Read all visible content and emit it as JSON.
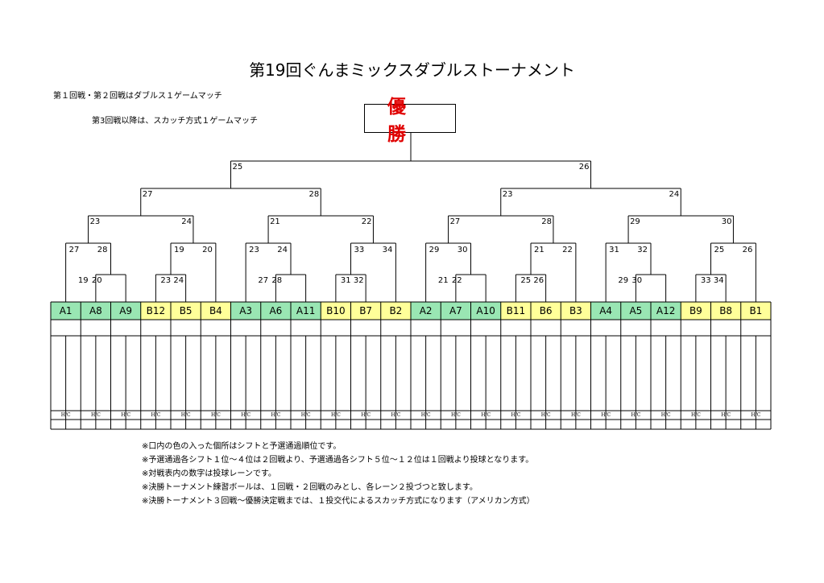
{
  "title": "第19回ぐんまミックスダブルストーナメント",
  "notes_top": {
    "line1": "第１回戦・第２回戦はダブルス１ゲームマッチ",
    "line2": "第3回戦以降は、スカッチ方式１ゲームマッチ"
  },
  "champion_label": "優 勝",
  "hc_label": "H/C",
  "teams": [
    {
      "id": "A1",
      "color": "green"
    },
    {
      "id": "A8",
      "color": "green"
    },
    {
      "id": "A9",
      "color": "green"
    },
    {
      "id": "B12",
      "color": "yellow"
    },
    {
      "id": "B5",
      "color": "yellow"
    },
    {
      "id": "B4",
      "color": "yellow"
    },
    {
      "id": "A3",
      "color": "green"
    },
    {
      "id": "A6",
      "color": "green"
    },
    {
      "id": "A11",
      "color": "green"
    },
    {
      "id": "B10",
      "color": "yellow"
    },
    {
      "id": "B7",
      "color": "yellow"
    },
    {
      "id": "B2",
      "color": "yellow"
    },
    {
      "id": "A2",
      "color": "green"
    },
    {
      "id": "A7",
      "color": "green"
    },
    {
      "id": "A10",
      "color": "green"
    },
    {
      "id": "B11",
      "color": "yellow"
    },
    {
      "id": "B6",
      "color": "yellow"
    },
    {
      "id": "B3",
      "color": "yellow"
    },
    {
      "id": "A4",
      "color": "green"
    },
    {
      "id": "A5",
      "color": "green"
    },
    {
      "id": "A12",
      "color": "green"
    },
    {
      "id": "B9",
      "color": "yellow"
    },
    {
      "id": "B8",
      "color": "yellow"
    },
    {
      "id": "B1",
      "color": "yellow"
    }
  ],
  "colors": {
    "green": "#99e6b3",
    "yellow": "#ffff99"
  },
  "lanes": {
    "round1": [
      [
        "19",
        "20"
      ],
      [
        "23",
        "24"
      ],
      [
        "27",
        "28"
      ],
      [
        "31",
        "32"
      ],
      [
        "21",
        "22"
      ],
      [
        "25",
        "26"
      ],
      [
        "29",
        "30"
      ],
      [
        "33",
        "34"
      ]
    ],
    "round2": [
      [
        "27",
        "28"
      ],
      [
        "19",
        "20"
      ],
      [
        "23",
        "24"
      ],
      [
        "33",
        "34"
      ],
      [
        "29",
        "30"
      ],
      [
        "21",
        "22"
      ],
      [
        "31",
        "32"
      ],
      [
        "25",
        "26"
      ]
    ],
    "round3": [
      [
        "23",
        "24"
      ],
      [
        "21",
        "22"
      ],
      [
        "27",
        "28"
      ],
      [
        "29",
        "30"
      ]
    ],
    "round4": [
      [
        "27",
        "28"
      ],
      [
        "23",
        "24"
      ]
    ],
    "semi": [
      [
        "25",
        "26"
      ]
    ]
  },
  "notes_bottom": [
    "※口内の色の入った個所はシフトと予選通過順位です。",
    "※予選通過各シフト１位～４位は２回戦より、予選通過各シフト５位～１２位は１回戦より投球となります。",
    "※対戦表内の数字は投球レーンです。",
    "※決勝トーナメント練習ボールは、１回戦・２回戦のみとし、各レーン２投づつと致します。",
    "※決勝トーナメント３回戦～優勝決定戦までは、１投交代によるスカッチ方式になります（アメリカン方式）"
  ]
}
